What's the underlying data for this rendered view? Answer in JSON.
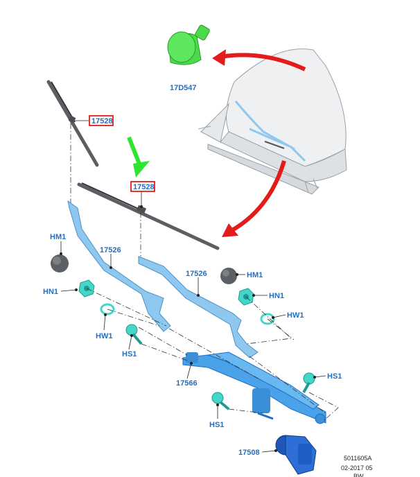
{
  "colors": {
    "label": "#1f6fc9",
    "highlight_box": "#e00000",
    "red_arrow": "#e31b1b",
    "green_arrow": "#2ee62e",
    "part_blue": "#8ec8ee",
    "part_teal": "#45d6c8",
    "reservoir_green": "#4cd94c",
    "blade_gray": "#5b5f63"
  },
  "labels": {
    "reservoir": "17D547",
    "blade_left": "17528",
    "blade_right": "17528",
    "arm_left": "17526",
    "arm_right": "17526",
    "cap_left": "HM1",
    "cap_right": "HM1",
    "nut_left": "HN1",
    "nut_right": "HN1",
    "washer_left": "HW1",
    "washer_right": "HW1",
    "bolt_left": "HS1",
    "bolt_right": "HS1",
    "bolt_lower": "HS1",
    "linkage": "17566",
    "motor": "17508"
  },
  "metadata": {
    "drawing_number": "5011605A",
    "date": "02-2017 05",
    "initials": "BW"
  },
  "highlighted": [
    "blade_left",
    "blade_right"
  ],
  "icons": {
    "reservoir": "washer-reservoir-icon",
    "vehicle": "vehicle-front-icon",
    "motor": "wiper-motor-icon"
  }
}
